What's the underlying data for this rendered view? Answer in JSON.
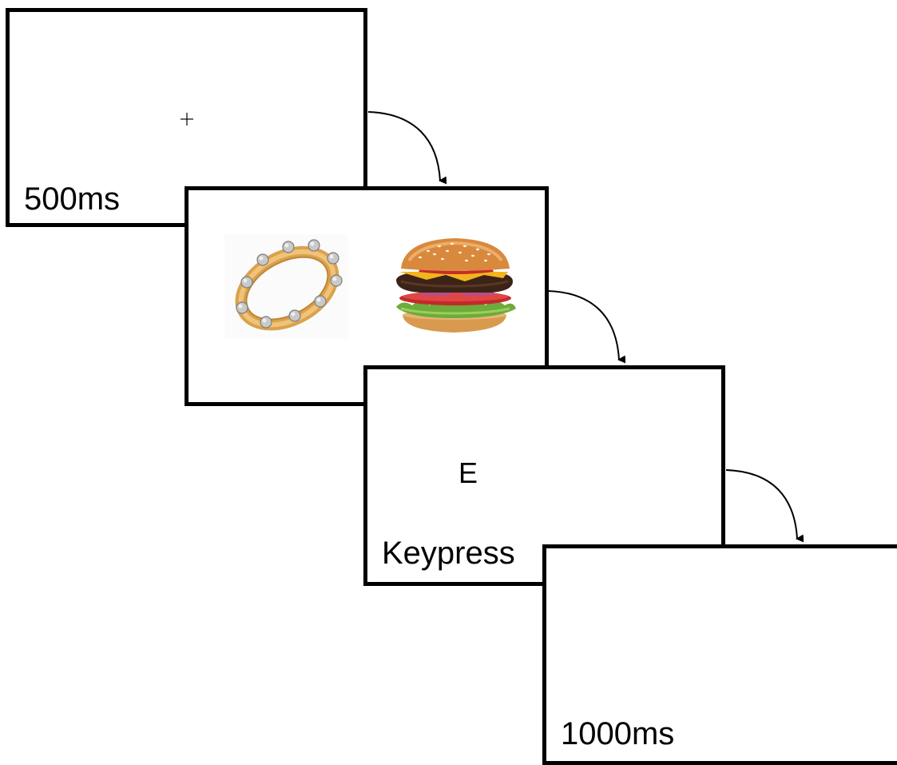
{
  "frames": {
    "fixation": {
      "label": "500ms",
      "content_symbol": "+"
    },
    "stimuli": {
      "images": [
        "tambourine-image",
        "burger-image"
      ]
    },
    "response": {
      "letter": "E",
      "label": "Keypress"
    },
    "blank": {
      "label": "1000ms"
    }
  },
  "colors": {
    "frame_border": "#000000",
    "background": "#ffffff",
    "arrow": "#000000"
  }
}
